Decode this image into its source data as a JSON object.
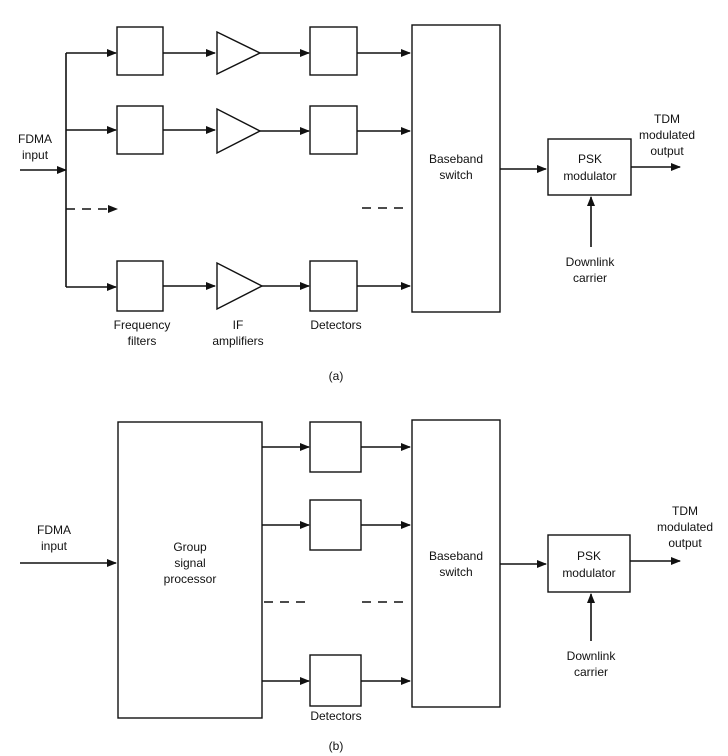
{
  "diagram_a": {
    "input": [
      "FDMA",
      "input"
    ],
    "labels": {
      "filters": [
        "Frequency",
        "filters"
      ],
      "amplifiers": [
        "IF",
        "amplifiers"
      ],
      "detectors": "Detectors",
      "switch": [
        "Baseband",
        "switch"
      ],
      "modulator": [
        "PSK",
        "modulator"
      ],
      "output": [
        "TDM",
        "modulated",
        "output"
      ],
      "carrier": [
        "Downlink",
        "carrier"
      ]
    },
    "caption": "(a)"
  },
  "diagram_b": {
    "input": [
      "FDMA",
      "input"
    ],
    "labels": {
      "processor": [
        "Group",
        "signal",
        "processor"
      ],
      "detectors": "Detectors",
      "switch": [
        "Baseband",
        "switch"
      ],
      "modulator": [
        "PSK",
        "modulator"
      ],
      "output": [
        "TDM",
        "modulated",
        "output"
      ],
      "carrier": [
        "Downlink",
        "carrier"
      ]
    },
    "caption": "(b)"
  },
  "colors": {
    "ink": "#111111",
    "paper": "#ffffff"
  }
}
